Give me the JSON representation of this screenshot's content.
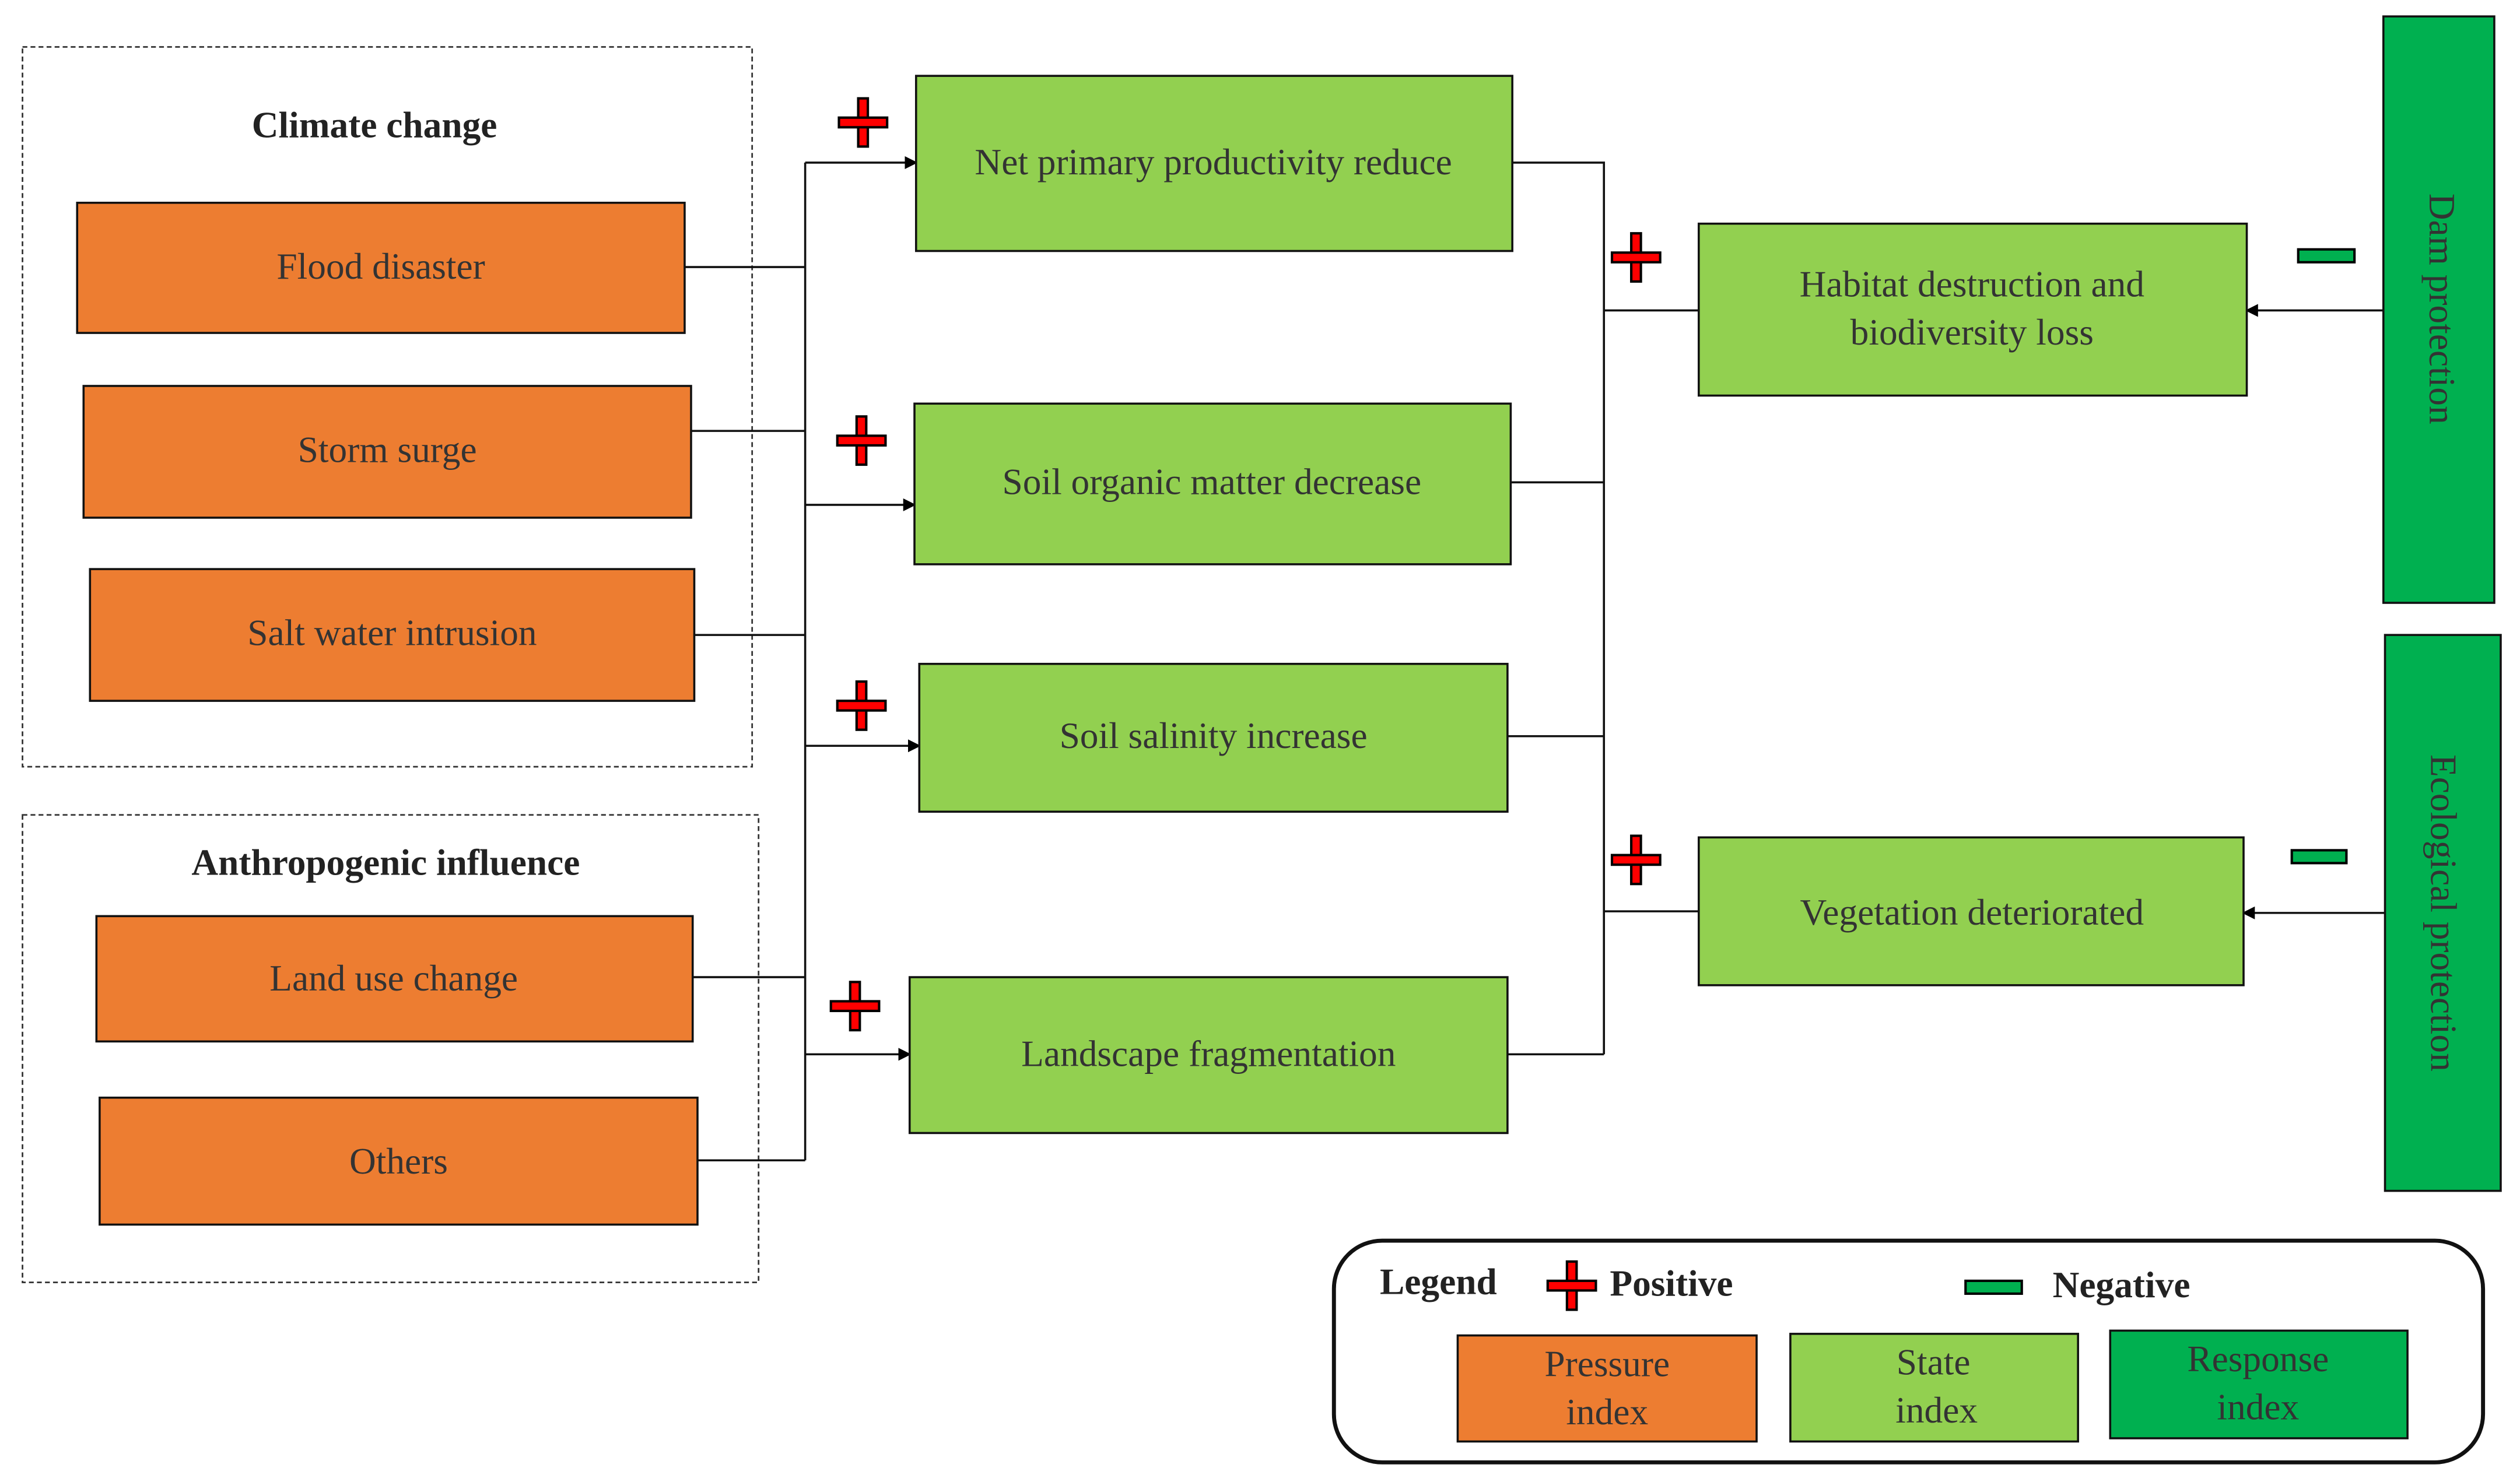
{
  "colors": {
    "pressure": "#ED7D31",
    "state": "#92D050",
    "response": "#00B050",
    "positive": "#FF0000",
    "negative": "#00B050"
  },
  "groups": {
    "climate": {
      "title": "Climate change",
      "items": [
        "Flood disaster",
        "Storm surge",
        "Salt water intrusion"
      ]
    },
    "anthropogenic": {
      "title": "Anthropogenic influence",
      "items": [
        "Land use change",
        "Others"
      ]
    }
  },
  "state_primary": [
    "Net primary productivity reduce",
    "Soil organic matter decrease",
    "Soil salinity increase",
    "Landscape fragmentation"
  ],
  "state_secondary": {
    "habitat": [
      "Habitat destruction and",
      "biodiversity loss"
    ],
    "vegetation": "Vegetation deteriorated"
  },
  "response": [
    "Dam protection",
    "Ecological protection"
  ],
  "legend": {
    "title": "Legend",
    "positive": "Positive",
    "negative": "Negative",
    "pressure": [
      "Pressure",
      "index"
    ],
    "state": [
      "State",
      "index"
    ],
    "response": [
      "Response",
      "index"
    ]
  },
  "icons": {
    "positive": "plus-icon",
    "negative": "minus-icon"
  }
}
